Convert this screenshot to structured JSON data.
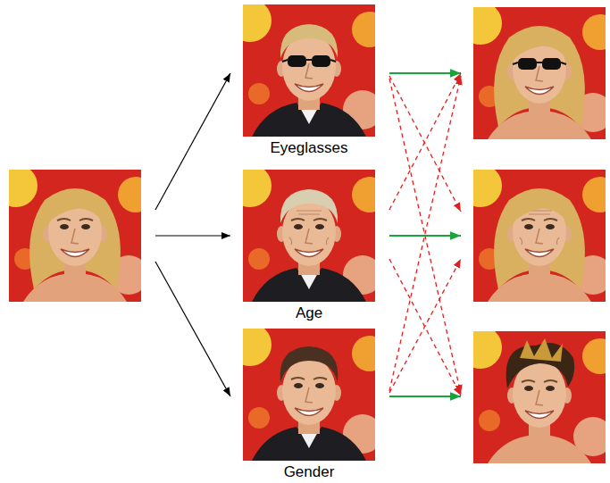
{
  "diagram": {
    "nodes": [
      {
        "text": []
      },
      {
        "text": [
          "Eyeglasses"
        ]
      },
      {
        "text": [
          "Age"
        ]
      },
      {
        "text": [
          "Gender"
        ]
      },
      {
        "text": []
      },
      {
        "text": []
      },
      {
        "text": []
      }
    ],
    "edges": [
      {
        "from": 0,
        "to": 1,
        "arrow": "to"
      },
      {
        "from": 0,
        "to": 2,
        "arrow": "to"
      },
      {
        "from": 0,
        "to": 3,
        "arrow": "to"
      },
      {
        "from": 1,
        "to": 4,
        "arrow": "to"
      },
      {
        "from": 1,
        "to": 5,
        "arrow": "to"
      },
      {
        "from": 1,
        "to": 6,
        "arrow": "to"
      },
      {
        "from": 2,
        "to": 4,
        "arrow": "to"
      },
      {
        "from": 2,
        "to": 5,
        "arrow": "to"
      },
      {
        "from": 2,
        "to": 6,
        "arrow": "to"
      },
      {
        "from": 3,
        "to": 4,
        "arrow": "to"
      },
      {
        "from": 3,
        "to": 5,
        "arrow": "to"
      },
      {
        "from": 3,
        "to": 6,
        "arrow": "to"
      }
    ]
  }
}
